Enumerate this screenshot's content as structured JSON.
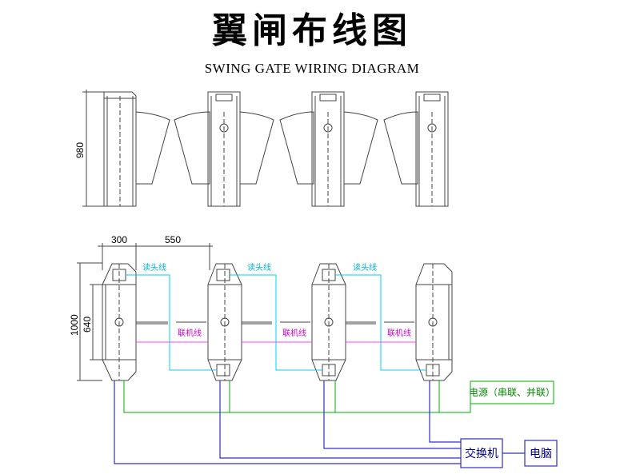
{
  "title_cn": "翼闸布线图",
  "title_en": "SWING GATE WIRING DIAGRAM",
  "dimensions": {
    "height_elevation": "980",
    "width_cabinet": "300",
    "passage_width": "550",
    "length_total": "1000",
    "length_wing": "640"
  },
  "labels": {
    "reader_cable": "读头线",
    "link_cable": "联机线"
  },
  "boxes": {
    "power": "电源（串联、并联）",
    "switch": "交换机",
    "computer": "电脑"
  },
  "colors": {
    "reader_cable": "#00d0f0",
    "link_cable": "#ff40ff",
    "power_wire": "#00b000",
    "network_wire": "#3030c0",
    "outline": "#444444"
  }
}
